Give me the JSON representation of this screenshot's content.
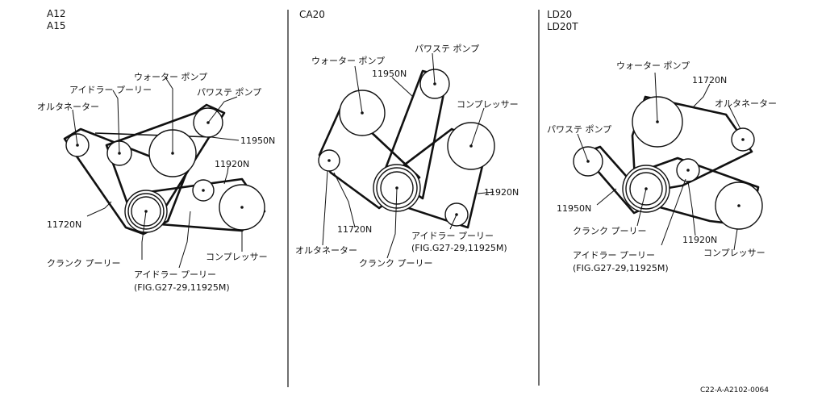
{
  "panels": {
    "a": {
      "engines": [
        "A12",
        "A15"
      ],
      "labels": {
        "water_pump": "ウォーター ポンプ",
        "idler_pulley": "アイドラー プーリー",
        "power_steering_pump": "パワステ ポンプ",
        "alternator": "オルタネーター",
        "belt_11950n": "11950N",
        "belt_11920n": "11920N",
        "belt_11720n": "11720N",
        "compressor": "コンプレッサー",
        "crank_pulley": "クランク プーリー",
        "idler_pulley_2": "アイドラー プーリー",
        "idler_ref": "(FIG.G27-29,11925M)"
      }
    },
    "b": {
      "engines": [
        "CA20"
      ],
      "labels": {
        "power_steering_pump": "パワステ ポンプ",
        "water_pump": "ウォーター ポンプ",
        "belt_11950n": "11950N",
        "compressor": "コンプレッサー",
        "belt_11920n": "11920N",
        "belt_11720n": "11720N",
        "idler_pulley": "アイドラー プーリー",
        "idler_ref": "(FIG.G27-29,11925M)",
        "alternator": "オルタネーター",
        "crank_pulley": "クランク プーリー"
      }
    },
    "c": {
      "engines": [
        "LD20",
        "LD20T"
      ],
      "labels": {
        "water_pump": "ウォーター ポンプ",
        "belt_11720n": "11720N",
        "alternator": "オルタネーター",
        "power_steering_pump": "パワステ ポンプ",
        "belt_11950n": "11950N",
        "crank_pulley": "クランク プーリー",
        "belt_11920n": "11920N",
        "compressor": "コンプレッサー",
        "idler_pulley": "アイドラー プーリー",
        "idler_ref": "(FIG.G27-29,11925M)"
      }
    }
  },
  "figure_code": "C22-A-A2102-0064"
}
